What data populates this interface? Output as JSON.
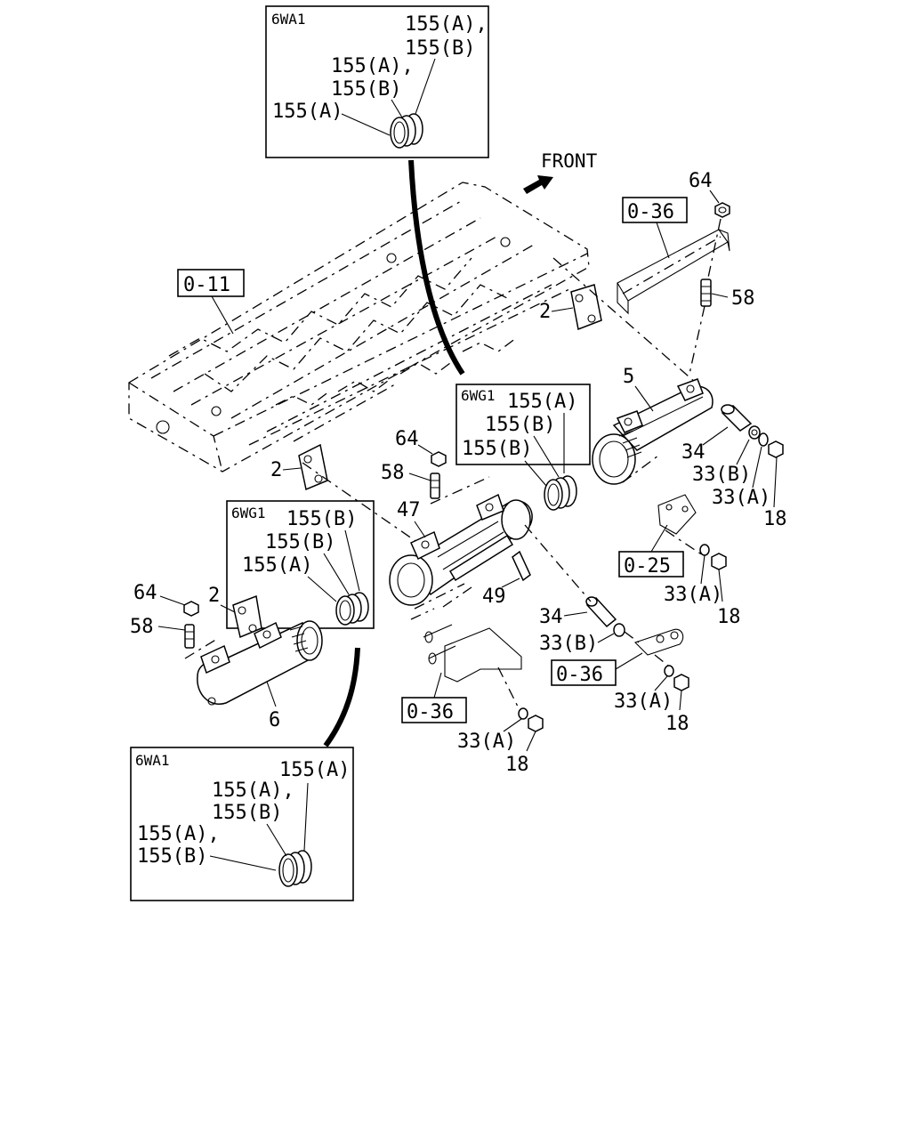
{
  "front_label": "FRONT",
  "inset_top": {
    "tag": "6WA1",
    "l1": "155(A),",
    "l2": "155(B)",
    "l3": "155(A),",
    "l4": "155(B)",
    "l5": "155(A)"
  },
  "inset_mid": {
    "tag": "6WG1",
    "l1": "155(A)",
    "l2": "155(B)",
    "l3": "155(B)"
  },
  "inset_left": {
    "tag": "6WG1",
    "l1": "155(B)",
    "l2": "155(B)",
    "l3": "155(A)"
  },
  "inset_bottom": {
    "tag": "6WA1",
    "l1": "155(A)",
    "l2": "155(A),",
    "l3": "155(B)",
    "l4": "155(A),",
    "l5": "155(B)"
  },
  "refs": {
    "r011": "0-11",
    "r036a": "0-36",
    "r025": "0-25",
    "r036b": "0-36",
    "r036c": "0-36"
  },
  "parts": {
    "p64a": "64",
    "p58a": "58",
    "p2a": "2",
    "p5": "5",
    "p34a": "34",
    "p33ba": "33(B)",
    "p33aa": "33(A)",
    "p18a": "18",
    "p2b": "2",
    "p64b": "64",
    "p58b": "58",
    "p47": "47",
    "p49": "49",
    "p33ab": "33(A)",
    "p18b": "18",
    "p64c": "64",
    "p2c": "2",
    "p58c": "58",
    "p6": "6",
    "p34b": "34",
    "p33bb": "33(B)",
    "p33ac": "33(A)",
    "p18c": "18",
    "p33ad": "33(A)",
    "p18d": "18"
  }
}
